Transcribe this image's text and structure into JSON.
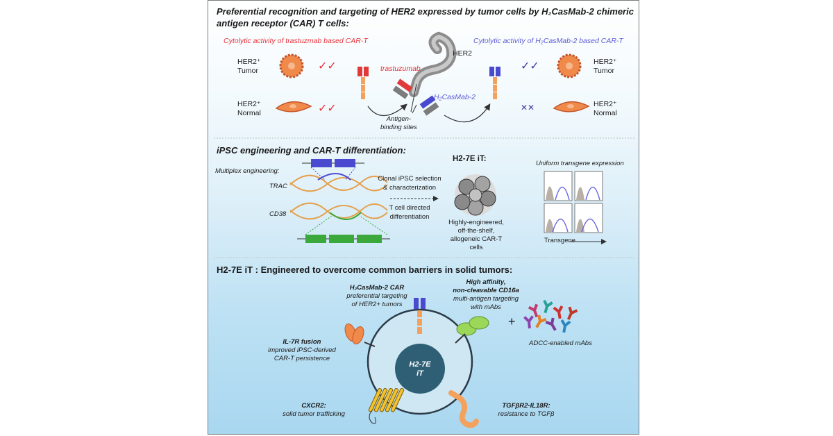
{
  "header": {
    "title_line1": "Preferential recognition and targeting of HER2 expressed by tumor cells by H₂CasMab-2 chimeric",
    "title_line2": "antigen receptor (CAR) T cells:"
  },
  "section1": {
    "left_caption": "Cytolytic activity of trastuzmab based CAR-T",
    "right_caption": "Cytolytic activity of H₂CasMab-2 based CAR-T",
    "her2_tumor": [
      "HER2⁺",
      "Tumor"
    ],
    "her2_normal": [
      "HER2⁺",
      "Normal"
    ],
    "checks_left_tumor": "✓✓",
    "checks_left_normal": "✓✓",
    "checks_right_tumor": "✓✓",
    "crosses_right_normal": "✕✕",
    "label_her2": "HER2",
    "label_trastuzumab": "trastuzumab",
    "label_h2casmab": "H₂CasMab-2",
    "label_binding": [
      "Antigen-",
      "binding sites"
    ]
  },
  "section2": {
    "title": "iPSC engineering and CAR-T differentiation:",
    "multiplex": "Multiplex engineering:",
    "trac": "TRAC",
    "cd38": "CD38",
    "clonal": [
      "Clonal iPSC selection",
      "& characterization"
    ],
    "tcell": [
      "T cell directed",
      "differentiation"
    ],
    "h27e_title": "H2-7E iT:",
    "h27e_desc": [
      "Highly-engineered,",
      "off-the-shelf,",
      "allogeneic CAR-T",
      "cells"
    ],
    "uniform": "Uniform transgene expression",
    "transgene": "Transgene"
  },
  "section3": {
    "title": "H2-7E iT : Engineered to overcome common barriers in solid tumors:",
    "car_title": "H₂CasMab-2 CAR",
    "car_desc": [
      "preferential targeting",
      "of HER2+ tumors"
    ],
    "cd16_title": [
      "High affinity,",
      "non-cleavable CD16a"
    ],
    "cd16_desc": [
      "multi-antigen targeting",
      "with mAbs"
    ],
    "plus": "+",
    "adcc": "ADCC-enabled mAbs",
    "il7r_title": "IL-7R fusion",
    "il7r_desc": [
      "improved iPSC-derived",
      "CAR-T persistence"
    ],
    "cell_label": [
      "H2-7E",
      "iT"
    ],
    "cxcr2_title": "CXCR2:",
    "cxcr2_desc": "solid tumor trafficking",
    "tgf_title": "TGFβR2-IL18R:",
    "tgf_desc": "resistance to TGFβ"
  },
  "colors": {
    "accent_red": "#e8323c",
    "accent_blue": "#5b5bd6",
    "tumor_orange": "#f08a4b",
    "receptor_orange": "#f5a15e",
    "cd16_green": "#9bd85a",
    "cell_border": "#2b3a47",
    "nucleus": "#2e5f75"
  }
}
